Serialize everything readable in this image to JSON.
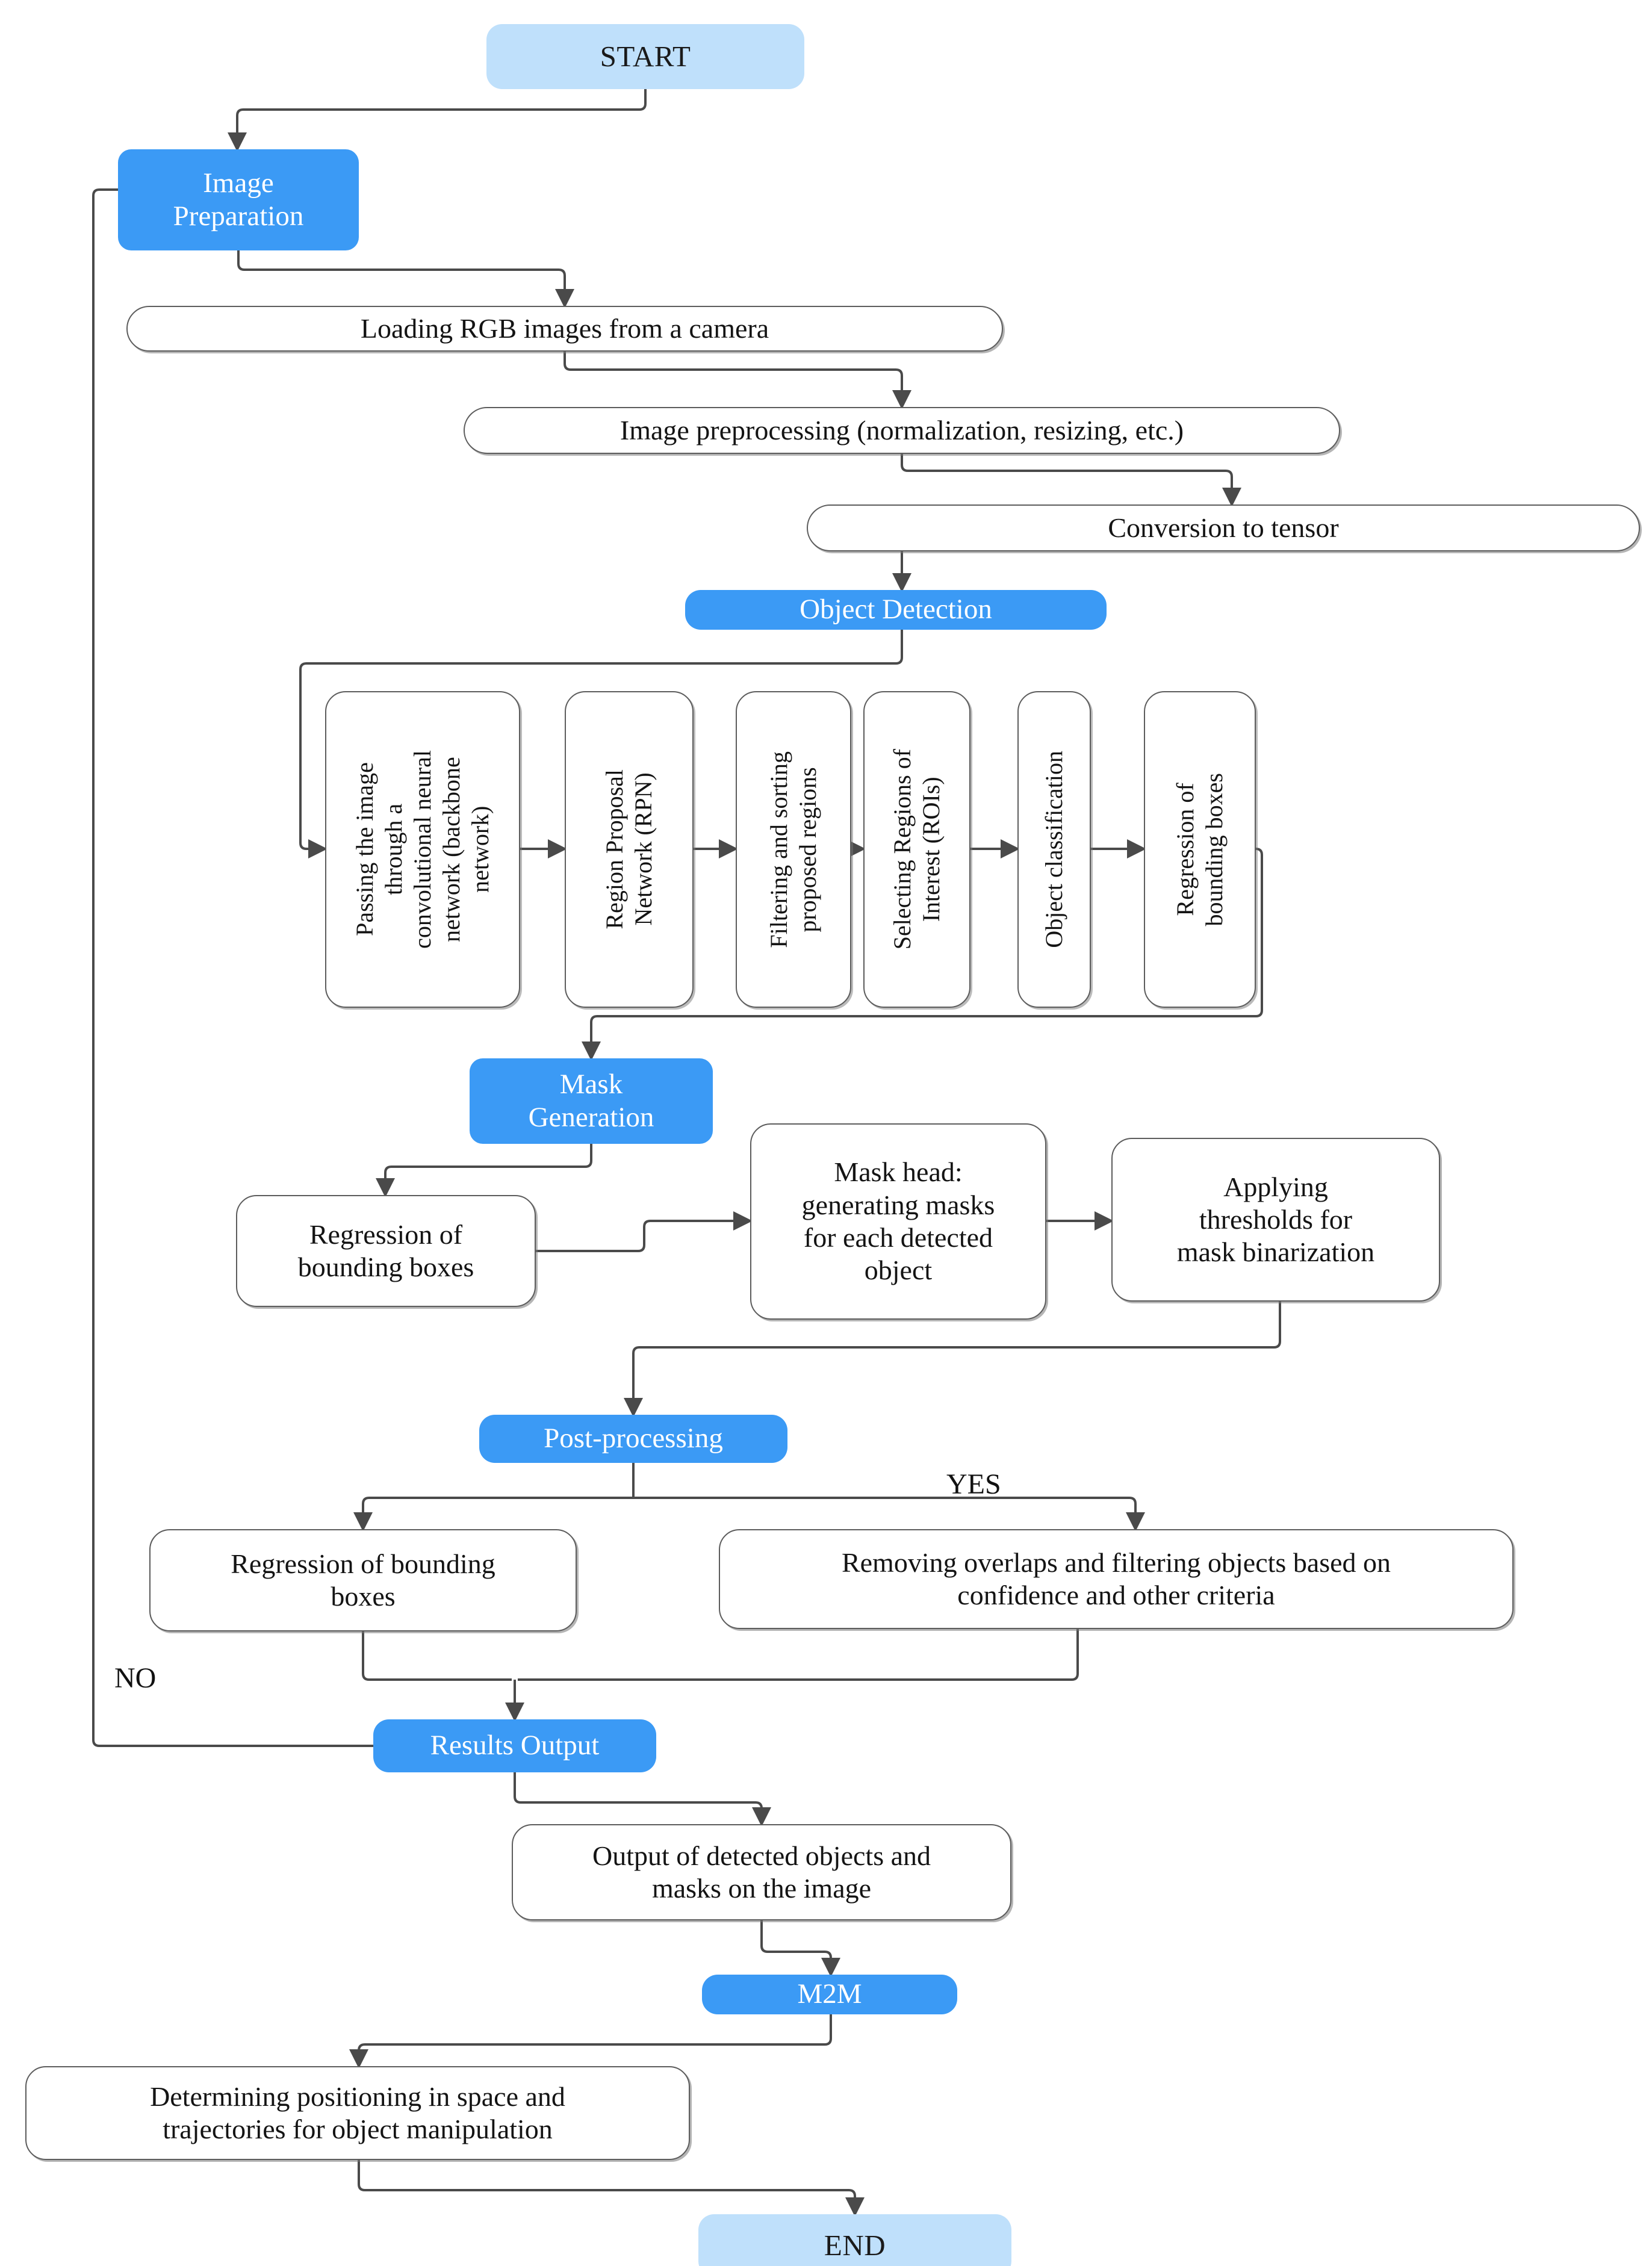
{
  "diagram": {
    "title": "Mask R-CNN object detection and manipulation pipeline",
    "colors": {
      "terminator_fill": "#bfe0fb",
      "stage_fill": "#3b9af5",
      "stage_text": "#ffffff",
      "process_fill": "#ffffff",
      "process_border": "#5c5c5c",
      "connector": "#4a4a4a",
      "text": "#141414"
    },
    "nodes": {
      "start": {
        "label": "START",
        "type": "terminator"
      },
      "image_preparation": {
        "label": "Image\nPreparation",
        "type": "stage"
      },
      "loading_rgb": {
        "label": "Loading RGB images from a camera",
        "type": "process"
      },
      "image_preprocessing": {
        "label": "Image preprocessing (normalization, resizing, etc.)",
        "type": "process"
      },
      "conversion_tensor": {
        "label": "Conversion to tensor",
        "type": "process"
      },
      "object_detection": {
        "label": "Object Detection",
        "type": "stage"
      },
      "backbone": {
        "label": "Passing the image\nthrough a\nconvolutional neural\nnetwork (backbone\nnetwork)",
        "type": "process-vertical"
      },
      "rpn": {
        "label": "Region Proposal\nNetwork (RPN)",
        "type": "process-vertical"
      },
      "filtering_sorting": {
        "label": "Filtering and sorting\nproposed regions",
        "type": "process-vertical"
      },
      "selecting_rois": {
        "label": "Selecting Regions of\nInterest (ROIs)",
        "type": "process-vertical"
      },
      "object_classification": {
        "label": "Object classification",
        "type": "process-vertical"
      },
      "regression_bboxes_od": {
        "label": "Regression of\nbounding boxes",
        "type": "process-vertical"
      },
      "mask_generation": {
        "label": "Mask\nGeneration",
        "type": "stage"
      },
      "regression_bboxes_mg": {
        "label": "Regression of\nbounding boxes",
        "type": "process"
      },
      "mask_head": {
        "label": "Mask head:\ngenerating masks\nfor each detected\nobject",
        "type": "process"
      },
      "applying_thresholds": {
        "label": "Applying\nthresholds for\nmask binarization",
        "type": "process"
      },
      "post_processing": {
        "label": "Post-processing",
        "type": "stage"
      },
      "regression_bboxes_pp": {
        "label": "Regression of bounding\nboxes",
        "type": "process"
      },
      "removing_overlaps": {
        "label": "Removing overlaps and filtering objects based on\nconfidence and other criteria",
        "type": "process"
      },
      "results_output": {
        "label": "Results Output",
        "type": "stage"
      },
      "output_detected": {
        "label": "Output of detected objects and\nmasks on the image",
        "type": "process"
      },
      "m2m": {
        "label": "M2M",
        "type": "stage"
      },
      "determining_positioning": {
        "label": "Determining positioning in space and\ntrajectories for object manipulation",
        "type": "process"
      },
      "end": {
        "label": "END",
        "type": "terminator"
      }
    },
    "branch_labels": {
      "yes": "YES",
      "no": "NO"
    },
    "edges": [
      {
        "from": "start",
        "to": "image_preparation"
      },
      {
        "from": "image_preparation",
        "to": "loading_rgb"
      },
      {
        "from": "loading_rgb",
        "to": "image_preprocessing"
      },
      {
        "from": "image_preprocessing",
        "to": "conversion_tensor"
      },
      {
        "from": "conversion_tensor",
        "to": "object_detection"
      },
      {
        "from": "object_detection",
        "to": "backbone"
      },
      {
        "from": "backbone",
        "to": "rpn"
      },
      {
        "from": "rpn",
        "to": "filtering_sorting"
      },
      {
        "from": "filtering_sorting",
        "to": "selecting_rois"
      },
      {
        "from": "selecting_rois",
        "to": "object_classification"
      },
      {
        "from": "object_classification",
        "to": "regression_bboxes_od"
      },
      {
        "from": "regression_bboxes_od",
        "to": "mask_generation"
      },
      {
        "from": "mask_generation",
        "to": "regression_bboxes_mg"
      },
      {
        "from": "regression_bboxes_mg",
        "to": "mask_head"
      },
      {
        "from": "mask_head",
        "to": "applying_thresholds"
      },
      {
        "from": "applying_thresholds",
        "to": "post_processing"
      },
      {
        "from": "post_processing",
        "to": "regression_bboxes_pp"
      },
      {
        "from": "post_processing",
        "to": "removing_overlaps",
        "label": "YES"
      },
      {
        "from": "regression_bboxes_pp",
        "to": "results_output"
      },
      {
        "from": "removing_overlaps",
        "to": "results_output"
      },
      {
        "from": "results_output",
        "to": "image_preparation",
        "label": "NO"
      },
      {
        "from": "results_output",
        "to": "output_detected"
      },
      {
        "from": "output_detected",
        "to": "m2m"
      },
      {
        "from": "m2m",
        "to": "determining_positioning"
      },
      {
        "from": "determining_positioning",
        "to": "end"
      }
    ]
  }
}
